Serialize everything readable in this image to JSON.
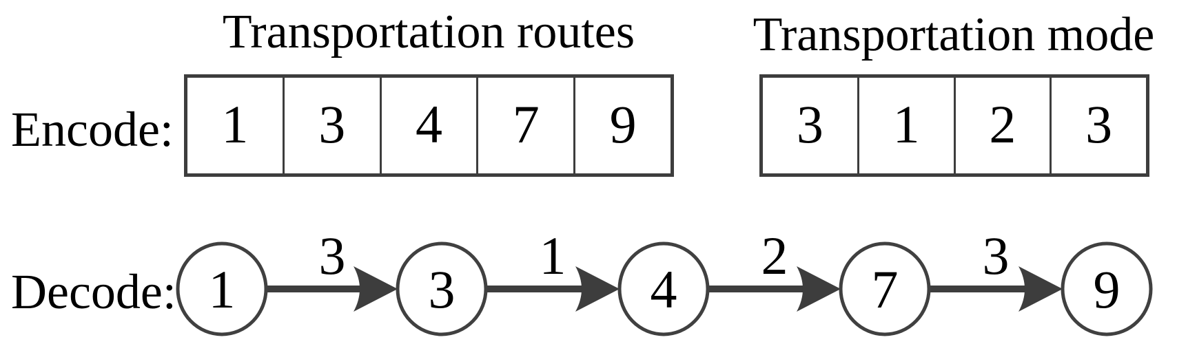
{
  "titles": {
    "routes": "Transportation routes",
    "mode": "Transportation mode"
  },
  "labels": {
    "encode": "Encode:",
    "decode": "Decode:"
  },
  "encode": {
    "routes_cells": [
      "1",
      "3",
      "4",
      "7",
      "9"
    ],
    "mode_cells": [
      "3",
      "1",
      "2",
      "3"
    ]
  },
  "decode": {
    "nodes": [
      "1",
      "3",
      "4",
      "7",
      "9"
    ],
    "edge_labels": [
      "3",
      "1",
      "2",
      "3"
    ]
  },
  "colors": {
    "background": "#ffffff",
    "text": "#000000",
    "line": "#3d3d3d"
  }
}
